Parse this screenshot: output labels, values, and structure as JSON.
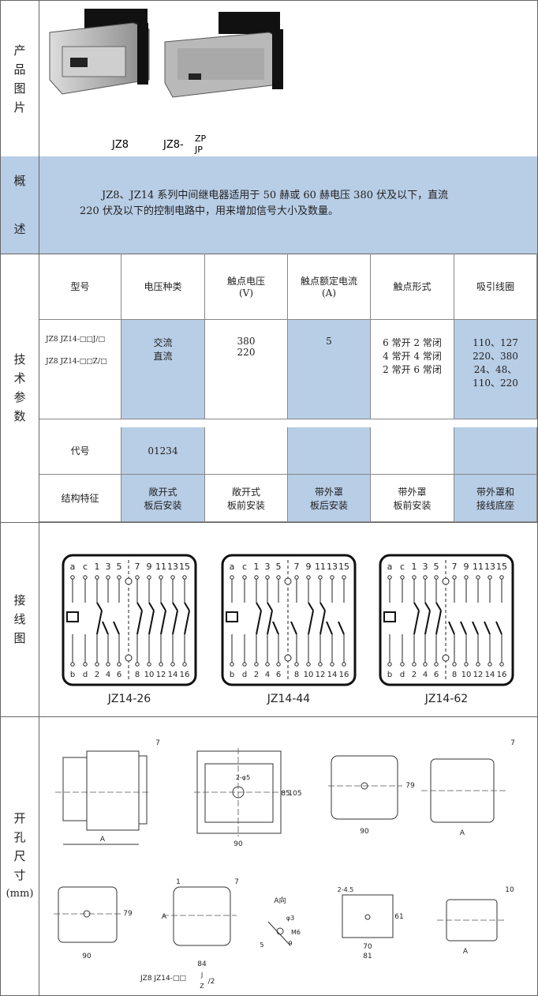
{
  "sections": {
    "photo": {
      "label": "产品图片",
      "caption1": "JZ8",
      "caption2": "JZ8-",
      "caption_zp": "ZP",
      "caption_jp": "JP"
    },
    "overview": {
      "label_top": "概",
      "label_bottom": "述",
      "line1": "JZ8、JZ14 系列中间继电器适用于 50 赫或 60 赫电压 380 伏及以下，直流",
      "line2": "220 伏及以下的控制电路中，用来增加信号大小及数量。"
    },
    "specs": {
      "label": "技术参数",
      "headers": [
        "型号",
        "电压种类",
        "触点电压\n(V)",
        "触点额定电流\n(A)",
        "触点形式",
        "吸引线圈"
      ],
      "models": [
        "JZ8  JZ14-□□J/□",
        "JZ8  JZ14-□□Z/□"
      ],
      "voltage_types": [
        "交流",
        "直流"
      ],
      "contact_voltage": [
        "380",
        "220"
      ],
      "rated_current": "5",
      "contact_forms": [
        "6 常开 2 常闭",
        "4 常开 4 常闭",
        "2 常开 6 常闭"
      ],
      "coil_ac": [
        "110、127",
        "220、380"
      ],
      "coil_dc": [
        "24、48、",
        "110、220"
      ],
      "code_label": "代号",
      "code_value": "01234",
      "struct_label": "结构特征",
      "struct_items": [
        "敞开式\n板后安装",
        "敞开式\n板前安装",
        "带外罩\n板后安装",
        "带外罩\n板前安装",
        "带外罩和\n接线底座"
      ]
    },
    "wiring": {
      "label": "接线图",
      "diagrams": [
        "JZ14-26",
        "JZ14-44",
        "JZ14-62"
      ],
      "top_pins": [
        "a",
        "c",
        "1",
        "3",
        "5",
        "7",
        "9",
        "11",
        "13",
        "15"
      ],
      "bottom_pins": [
        "b",
        "d",
        "2",
        "4",
        "6",
        "8",
        "10",
        "12",
        "14",
        "16"
      ]
    },
    "dims": {
      "label": "开孔尺寸",
      "unit": "(mm)",
      "labels": {
        "d7": "7",
        "A": "A",
        "d90": "90",
        "d85": "85",
        "d105": "105",
        "d79": "79",
        "d84": "84",
        "d1": "1",
        "d10": "10",
        "d61": "61",
        "d70": "70",
        "d81": "81",
        "d5": "5",
        "d9": "9",
        "m6": "M6",
        "phi3": "φ3",
        "phi5": "2-φ5",
        "hole": "2-4.5",
        "a_dir": "A向"
      },
      "footer": "JZ8  JZ14-□□",
      "footer_j": "J",
      "footer_z": "Z",
      "footer_2": "/2"
    }
  }
}
